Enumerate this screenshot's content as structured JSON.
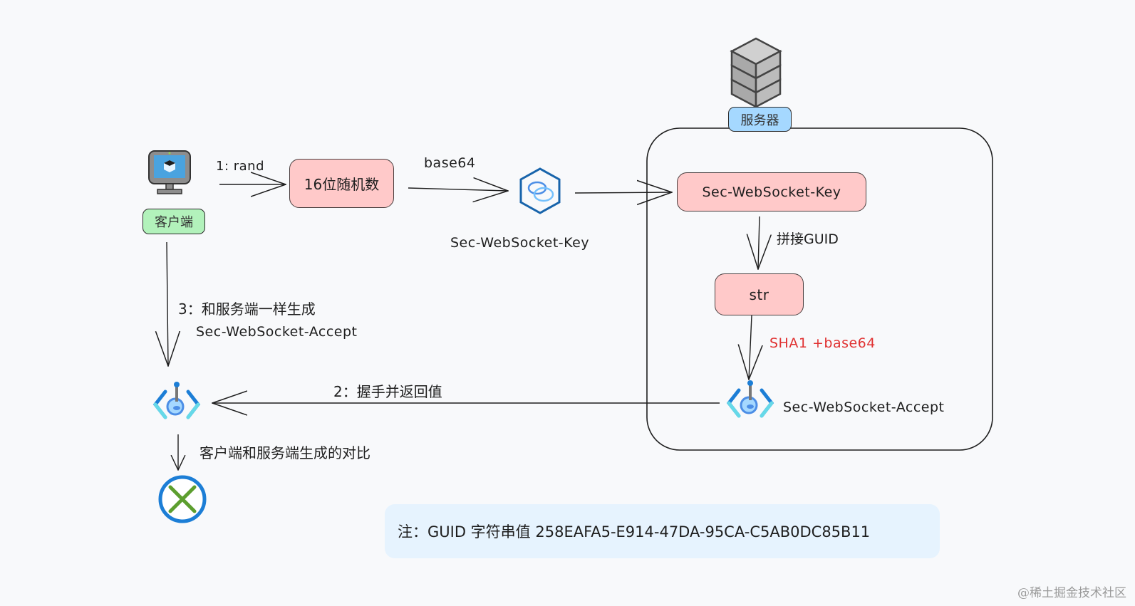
{
  "nodes": {
    "client_label": "客户端",
    "server_label": "服务器",
    "random16": "16位随机数",
    "server_key": "Sec-WebSocket-Key",
    "str": "str"
  },
  "edges": {
    "rand": "1: rand",
    "base64": "base64",
    "client_key_caption": "Sec-WebSocket-Key",
    "concat_guid": "拼接GUID",
    "sha1_base64": "SHA1 +base64",
    "server_accept_caption": "Sec-WebSocket-Accept",
    "handshake_return": "2：握手并返回值",
    "client_generate_line1": "3：和服务端一样生成",
    "client_generate_line2": "Sec-WebSocket-Accept",
    "compare": "客户端和服务端生成的对比"
  },
  "note": "注：GUID 字符串值 258EAFA5-E914-47DA-95CA-C5AB0DC85B11",
  "watermark": "@稀土掘金技术社区",
  "colors": {
    "pink_box": "#ffc9c9",
    "client_tag": "#b2f2bb",
    "server_tag": "#a5d8ff",
    "red_text": "#e03131",
    "note_bg": "#e6f3fe",
    "accent_blue": "#1c7ed6"
  }
}
